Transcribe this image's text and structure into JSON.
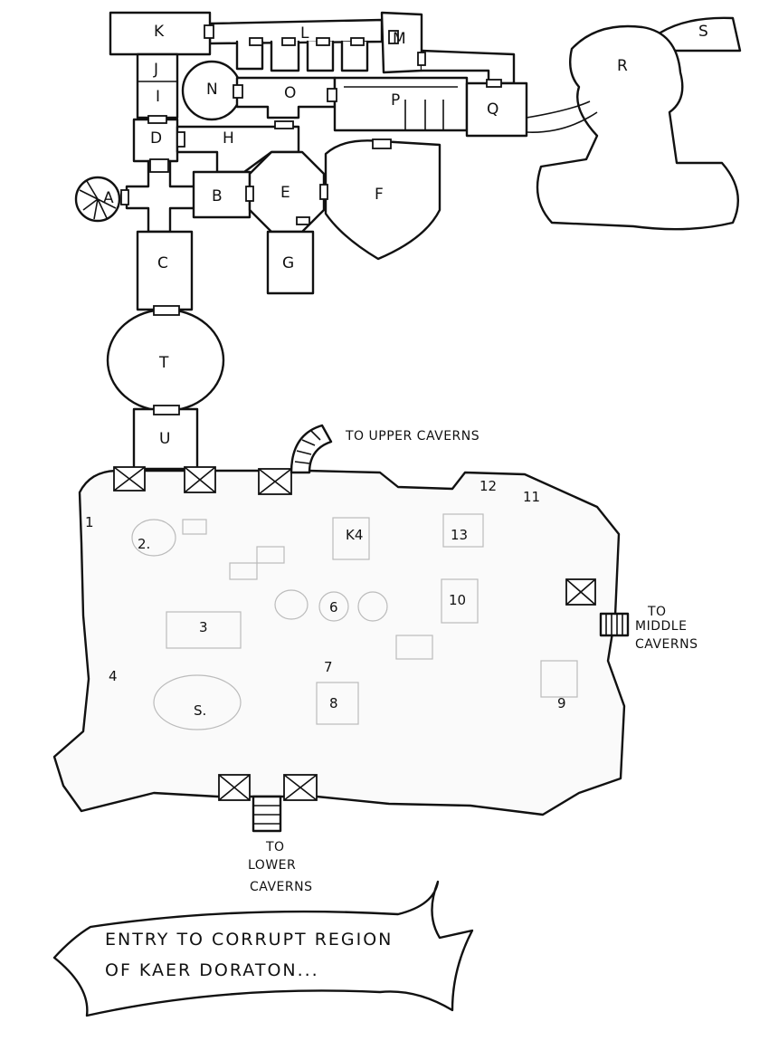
{
  "map": {
    "rooms": {
      "k": "K",
      "l": "L",
      "m": "M",
      "s": "S",
      "r": "R",
      "j": "J",
      "i": "I",
      "n": "N",
      "o": "O",
      "p": "P",
      "q": "Q",
      "d": "D",
      "h": "H",
      "a": "A",
      "b": "B",
      "e": "E",
      "f": "F",
      "g": "G",
      "c": "C",
      "t": "T",
      "u": "U"
    },
    "cavern_areas": {
      "a1": "1",
      "a2": "2.",
      "a3": "3",
      "a4": "4",
      "a5": "S.",
      "a6": "6",
      "a7": "7",
      "a8": "8",
      "a9": "9",
      "a10": "10",
      "a11": "11",
      "a12": "12",
      "a13": "13",
      "a14": "K4"
    },
    "notes": {
      "upper": "TO UPPER CAVERNS",
      "middle_1": "TO",
      "middle_2": "MIDDLE",
      "middle_3": "CAVERNS",
      "lower_1": "TO",
      "lower_2": "LOWER",
      "lower_3": "CAVERNS"
    },
    "banner": {
      "line1": "ENTRY TO CORRUPT REGION",
      "line2": "OF KAER DORATON..."
    }
  }
}
